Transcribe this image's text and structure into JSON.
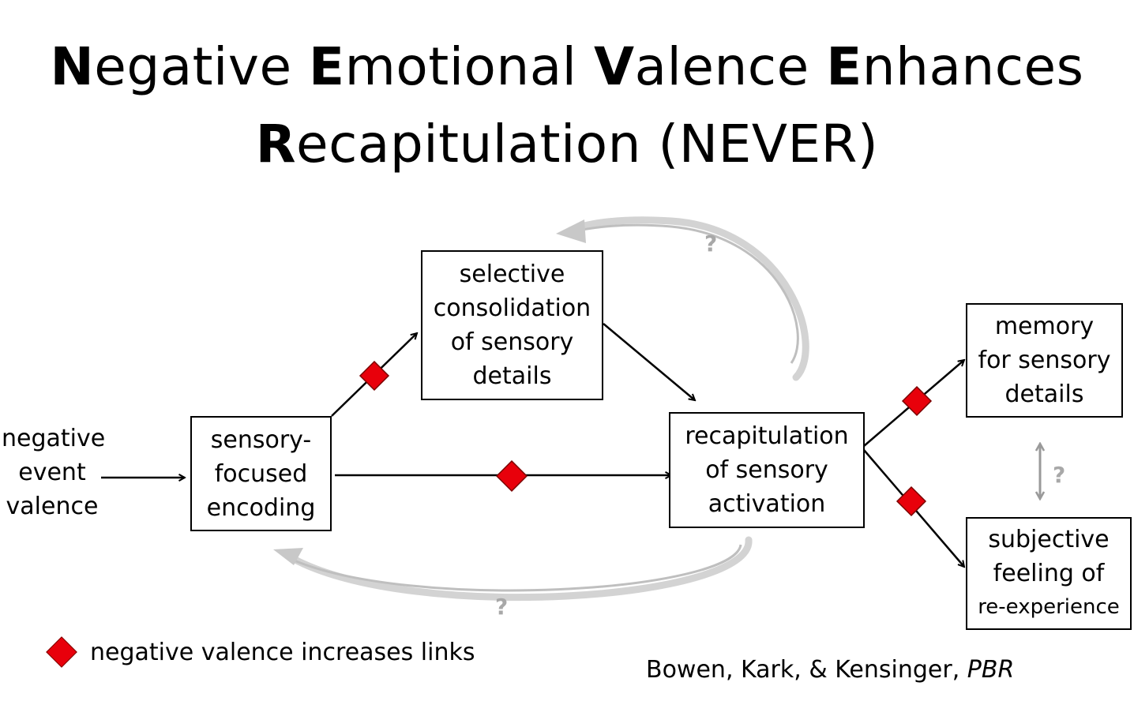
{
  "title": {
    "line1": [
      {
        "initial": "N",
        "rest": "egative "
      },
      {
        "initial": "E",
        "rest": "motional "
      },
      {
        "initial": "V",
        "rest": "alence "
      },
      {
        "initial": "E",
        "rest": "nhances"
      }
    ],
    "line2": [
      {
        "initial": "R",
        "rest": "ecapitulation (NEVER)"
      }
    ]
  },
  "nodes": {
    "input": [
      "negative",
      "event",
      "valence"
    ],
    "encoding": [
      "sensory-",
      "focused",
      "encoding"
    ],
    "consolidation": [
      "selective",
      "consolidation",
      "of sensory",
      "details"
    ],
    "recapitulation": [
      "recapitulation",
      "of sensory",
      "activation"
    ],
    "memory": [
      "memory",
      "for sensory",
      "details"
    ],
    "feeling": [
      "subjective",
      "feeling of",
      "re-experience"
    ]
  },
  "uncertain_marker": "?",
  "legend": {
    "marker": "red-diamond",
    "text": "negative valence increases links"
  },
  "citation": {
    "authors": "Bowen, Kark, & Kensinger, ",
    "journal": "PBR"
  },
  "colors": {
    "diamond": "#e8000b",
    "feedback_arrow": "#c8c8c8",
    "question_mark": "#a8a8a8"
  }
}
